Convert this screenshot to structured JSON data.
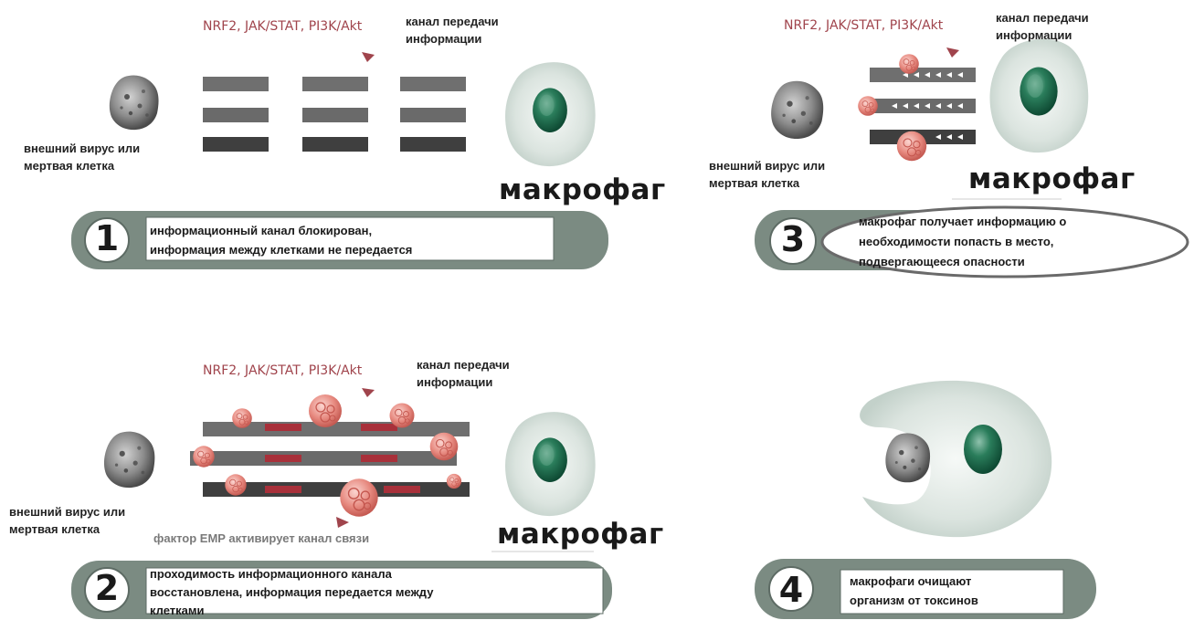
{
  "pathways_label": "NRF2,  JAK/STAT,  PI3K/Akt",
  "channel_label": [
    "канал передачи",
    "информации"
  ],
  "virus_label": [
    "внешний вирус или",
    "мертвая клетка"
  ],
  "macrophage_label": "макрофаг",
  "emp_label": "фактор EMP активирует канал связи",
  "panels": [
    {
      "number": "1",
      "caption": [
        "информационный канал блокирован,",
        "информация между клетками не передается"
      ]
    },
    {
      "number": "2",
      "caption": [
        "проходимость информационного канала",
        "восстановлена, информация передается между",
        "клетками"
      ]
    },
    {
      "number": "3",
      "caption": [
        "макрофаг получает информацию о",
        "необходимости попасть в место,",
        "подвергающееся опасности"
      ]
    },
    {
      "number": "4",
      "caption": [
        "макрофаги очищают",
        "организм от токсинов"
      ]
    }
  ],
  "colors": {
    "pathway_text": "#a0444c",
    "bar_dark": "#3f3f3f",
    "bar_gray": "#6f6f6f",
    "link_red": "#a8303a",
    "cell": "#dde5e1",
    "nucleus": "#1e6a4c",
    "pill": "#7b8b82"
  }
}
